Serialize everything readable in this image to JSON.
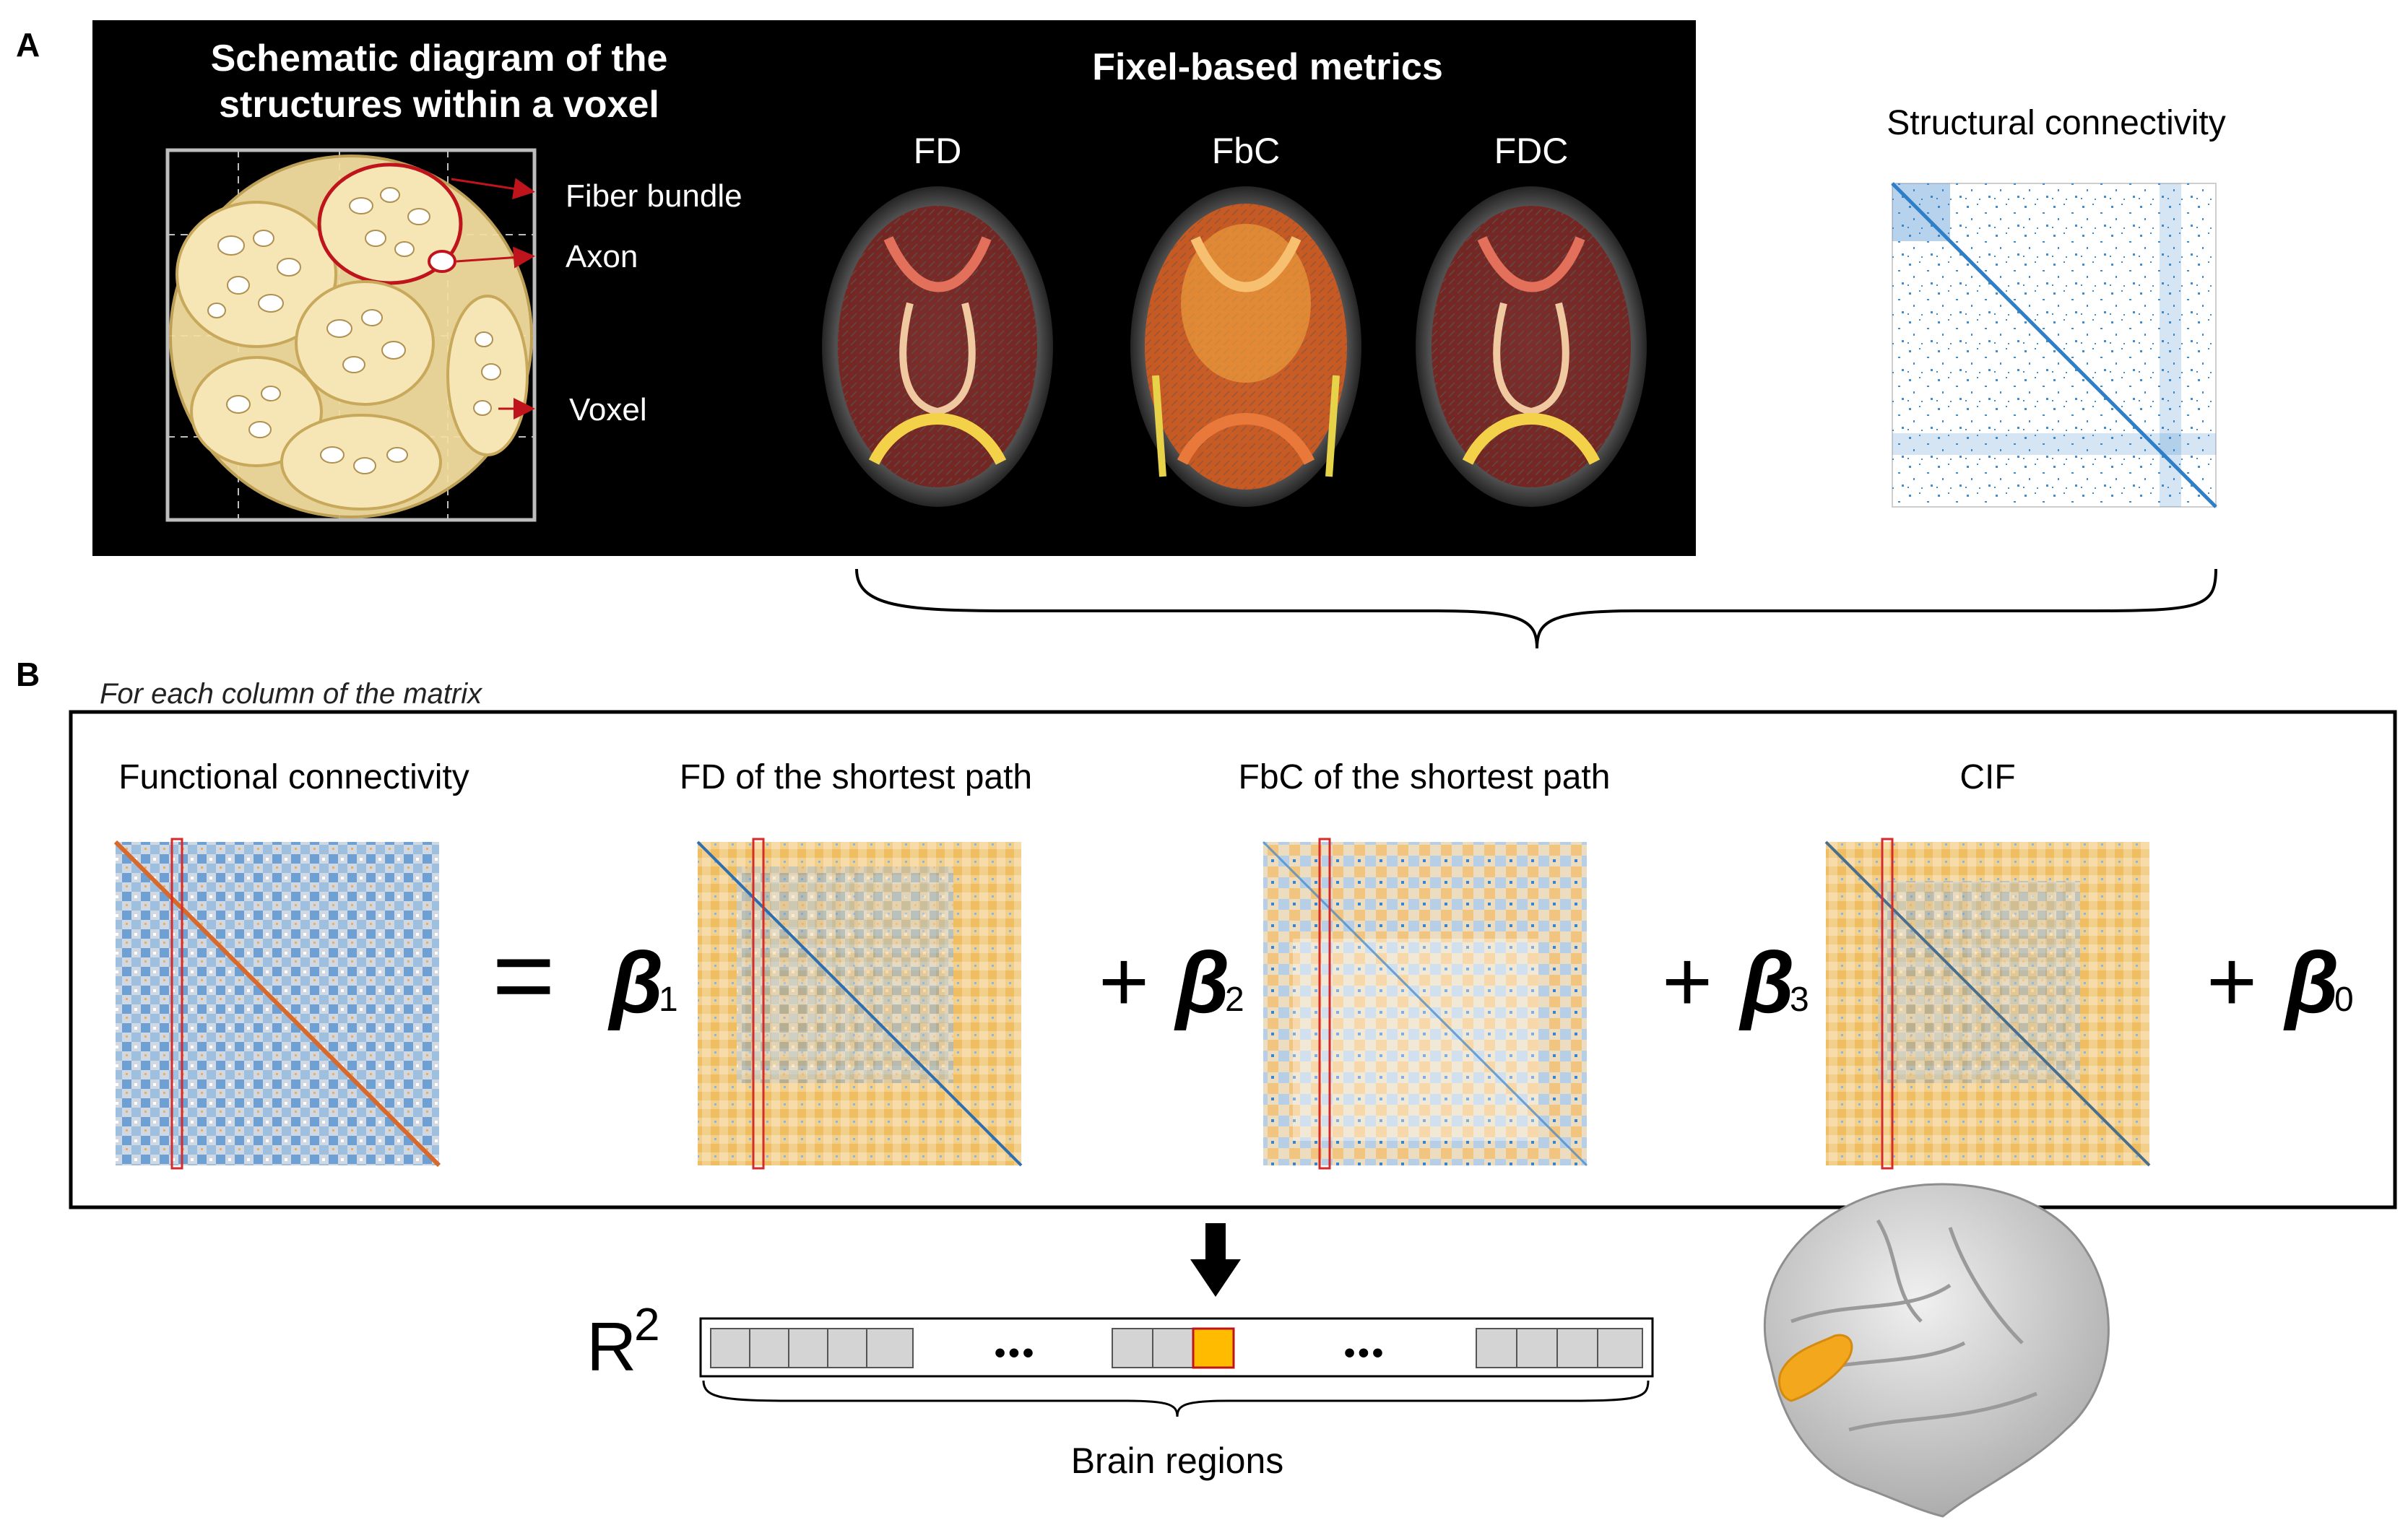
{
  "panel_a": {
    "label": "A",
    "schematic_title_line1": "Schematic diagram of the",
    "schematic_title_line2": "structures within a voxel",
    "labels": {
      "fiber_bundle": "Fiber bundle",
      "axon": "Axon",
      "voxel": "Voxel"
    },
    "fixel_title": "Fixel-based metrics",
    "fixel_metrics": [
      "FD",
      "FbC",
      "FDC"
    ],
    "structural_title": "Structural connectivity"
  },
  "panel_b": {
    "label": "B",
    "note": "For each column of the matrix",
    "matrix_titles": [
      "Functional connectivity",
      "FD of the shortest path",
      "FbC of the shortest path",
      "CIF"
    ],
    "equals": "=",
    "plus": "+",
    "beta_symbol": "β",
    "beta_subscripts": [
      "1",
      "2",
      "3",
      "0"
    ],
    "r_squared_base": "R",
    "r_squared_exp": "2",
    "ellipsis": "•••",
    "axis_label": "Brain regions"
  },
  "colors": {
    "panel_a_bg": "#000000",
    "voxel_fill": "#f3dea0",
    "voxel_stroke": "#c8a85a",
    "red": "#c0141c",
    "blue": "#2f7fc8",
    "orange": "#f2a71c",
    "gray_cell": "#d4d4d4",
    "highlight_cell": "#ffbb00"
  }
}
